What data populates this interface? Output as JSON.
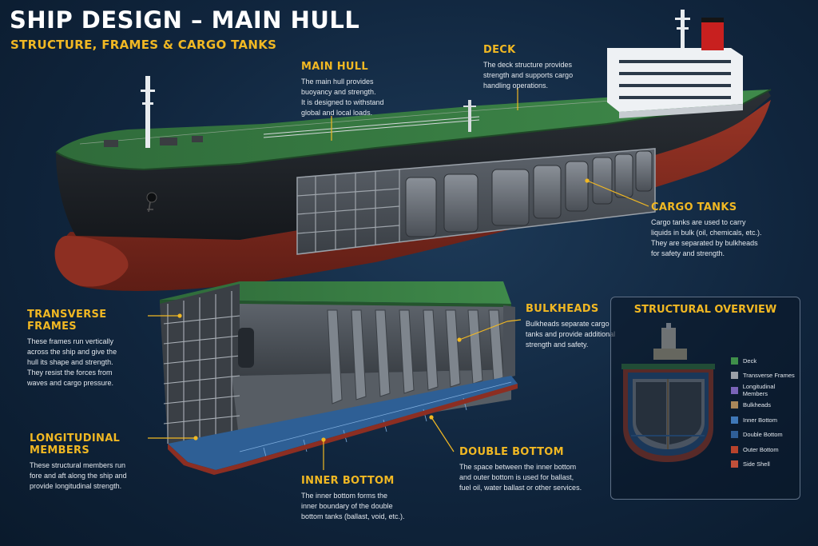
{
  "header": {
    "title": "SHIP DESIGN – MAIN HULL",
    "subtitle": "STRUCTURE, FRAMES & CARGO TANKS"
  },
  "callouts": {
    "main_hull": {
      "title": "MAIN HULL",
      "text": "The main hull provides\nbuoyancy and strength.\nIt is designed to withstand\nglobal and local loads."
    },
    "deck": {
      "title": "DECK",
      "text": "The deck structure provides\nstrength and supports cargo\nhandling operations."
    },
    "cargo_tanks": {
      "title": "CARGO TANKS",
      "text": "Cargo tanks are used to carry\nliquids in bulk (oil, chemicals, etc.).\nThey are separated by bulkheads\nfor safety and strength."
    },
    "transverse_frames": {
      "title": "TRANSVERSE FRAMES",
      "text": "These frames run vertically\nacross the ship and give the\nhull its shape and strength.\nThey resist the forces from\nwaves and cargo pressure."
    },
    "bulkheads": {
      "title": "BULKHEADS",
      "text": "Bulkheads separate cargo\ntanks and provide additional\nstrength and safety."
    },
    "longitudinal_members": {
      "title": "LONGITUDINAL MEMBERS",
      "text": "These structural members run\nfore and aft along the ship and\nprovide longitudinal strength."
    },
    "inner_bottom": {
      "title": "INNER BOTTOM",
      "text": "The inner bottom forms the\ninner boundary of the double\nbottom tanks (ballast, void, etc.)."
    },
    "double_bottom": {
      "title": "DOUBLE BOTTOM",
      "text": "The space between the inner bottom\nand outer bottom is used for ballast,\nfuel oil, water ballast or other services."
    }
  },
  "overview": {
    "title": "STRUCTURAL OVERVIEW",
    "legend": [
      {
        "label": "Deck",
        "color": "#3f8f4a"
      },
      {
        "label": "Transverse Frames",
        "color": "#9aa0a8"
      },
      {
        "label": "Longitudinal Members",
        "color": "#7a64b8"
      },
      {
        "label": "Bulkheads",
        "color": "#a8875a"
      },
      {
        "label": "Inner Bottom",
        "color": "#3f78b8"
      },
      {
        "label": "Double Bottom",
        "color": "#2f5f98"
      },
      {
        "label": "Outer Bottom",
        "color": "#b8432c"
      },
      {
        "label": "Side Shell",
        "color": "#c0503a"
      }
    ]
  },
  "colors": {
    "accent": "#f1b823",
    "deck": "#3c7f45",
    "hull_dark": "#1e2226",
    "hull_red": "#8a2f22"
  }
}
